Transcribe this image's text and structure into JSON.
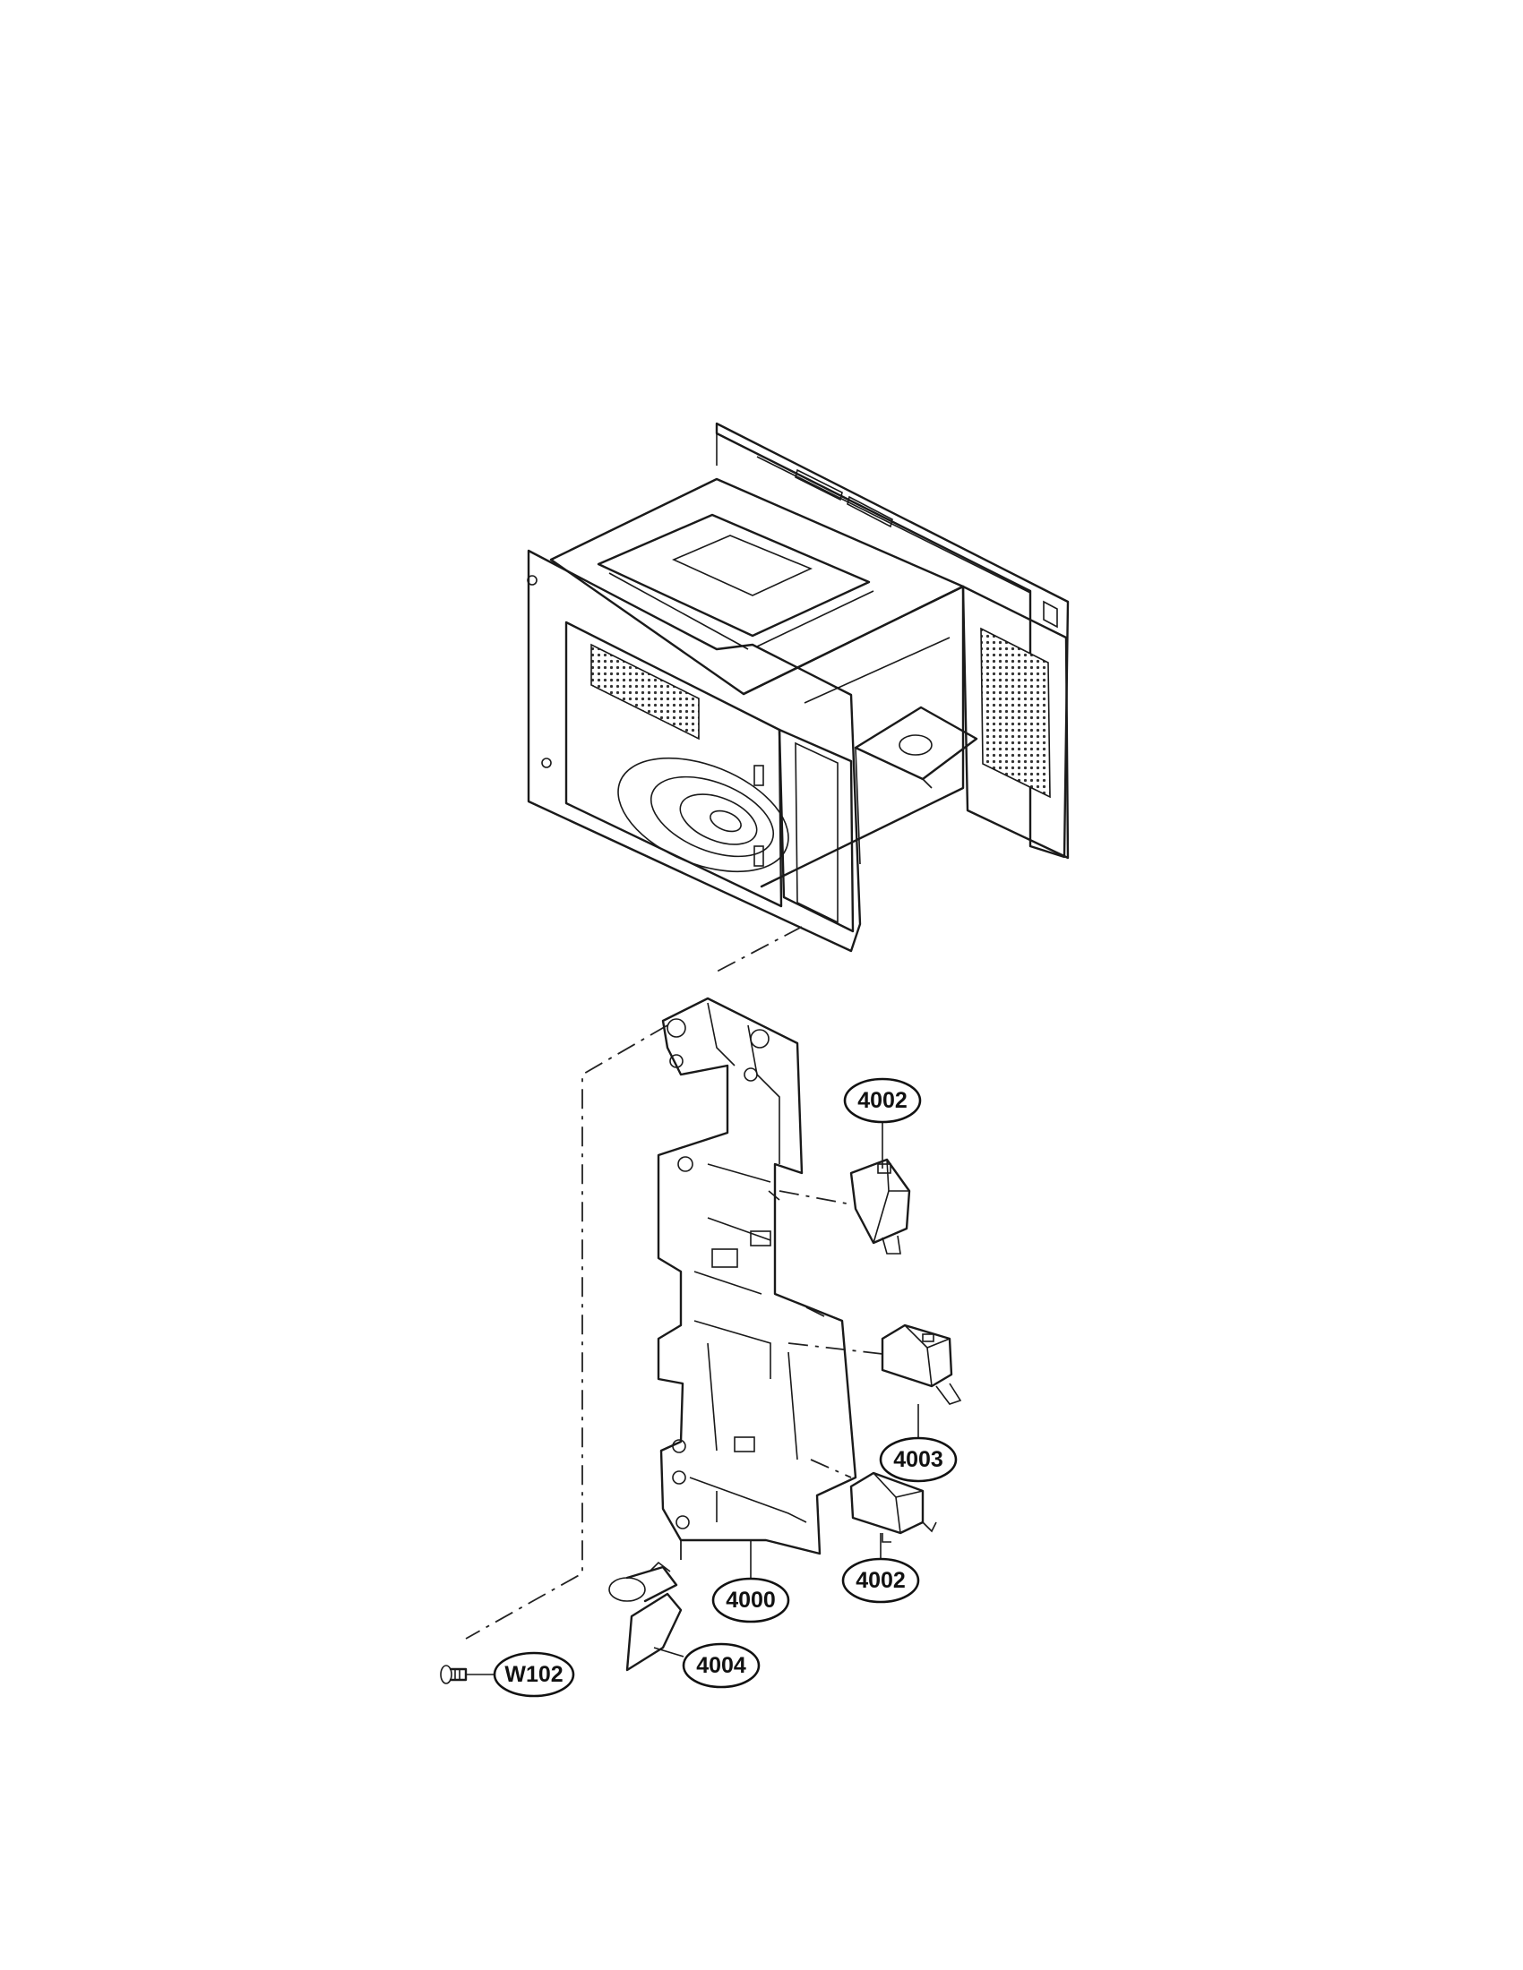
{
  "labels": {
    "latch_board": "4000",
    "switch_upper": "4002",
    "switch_middle": "4003",
    "switch_lower": "4002",
    "lever": "4004",
    "screw": "W102"
  }
}
